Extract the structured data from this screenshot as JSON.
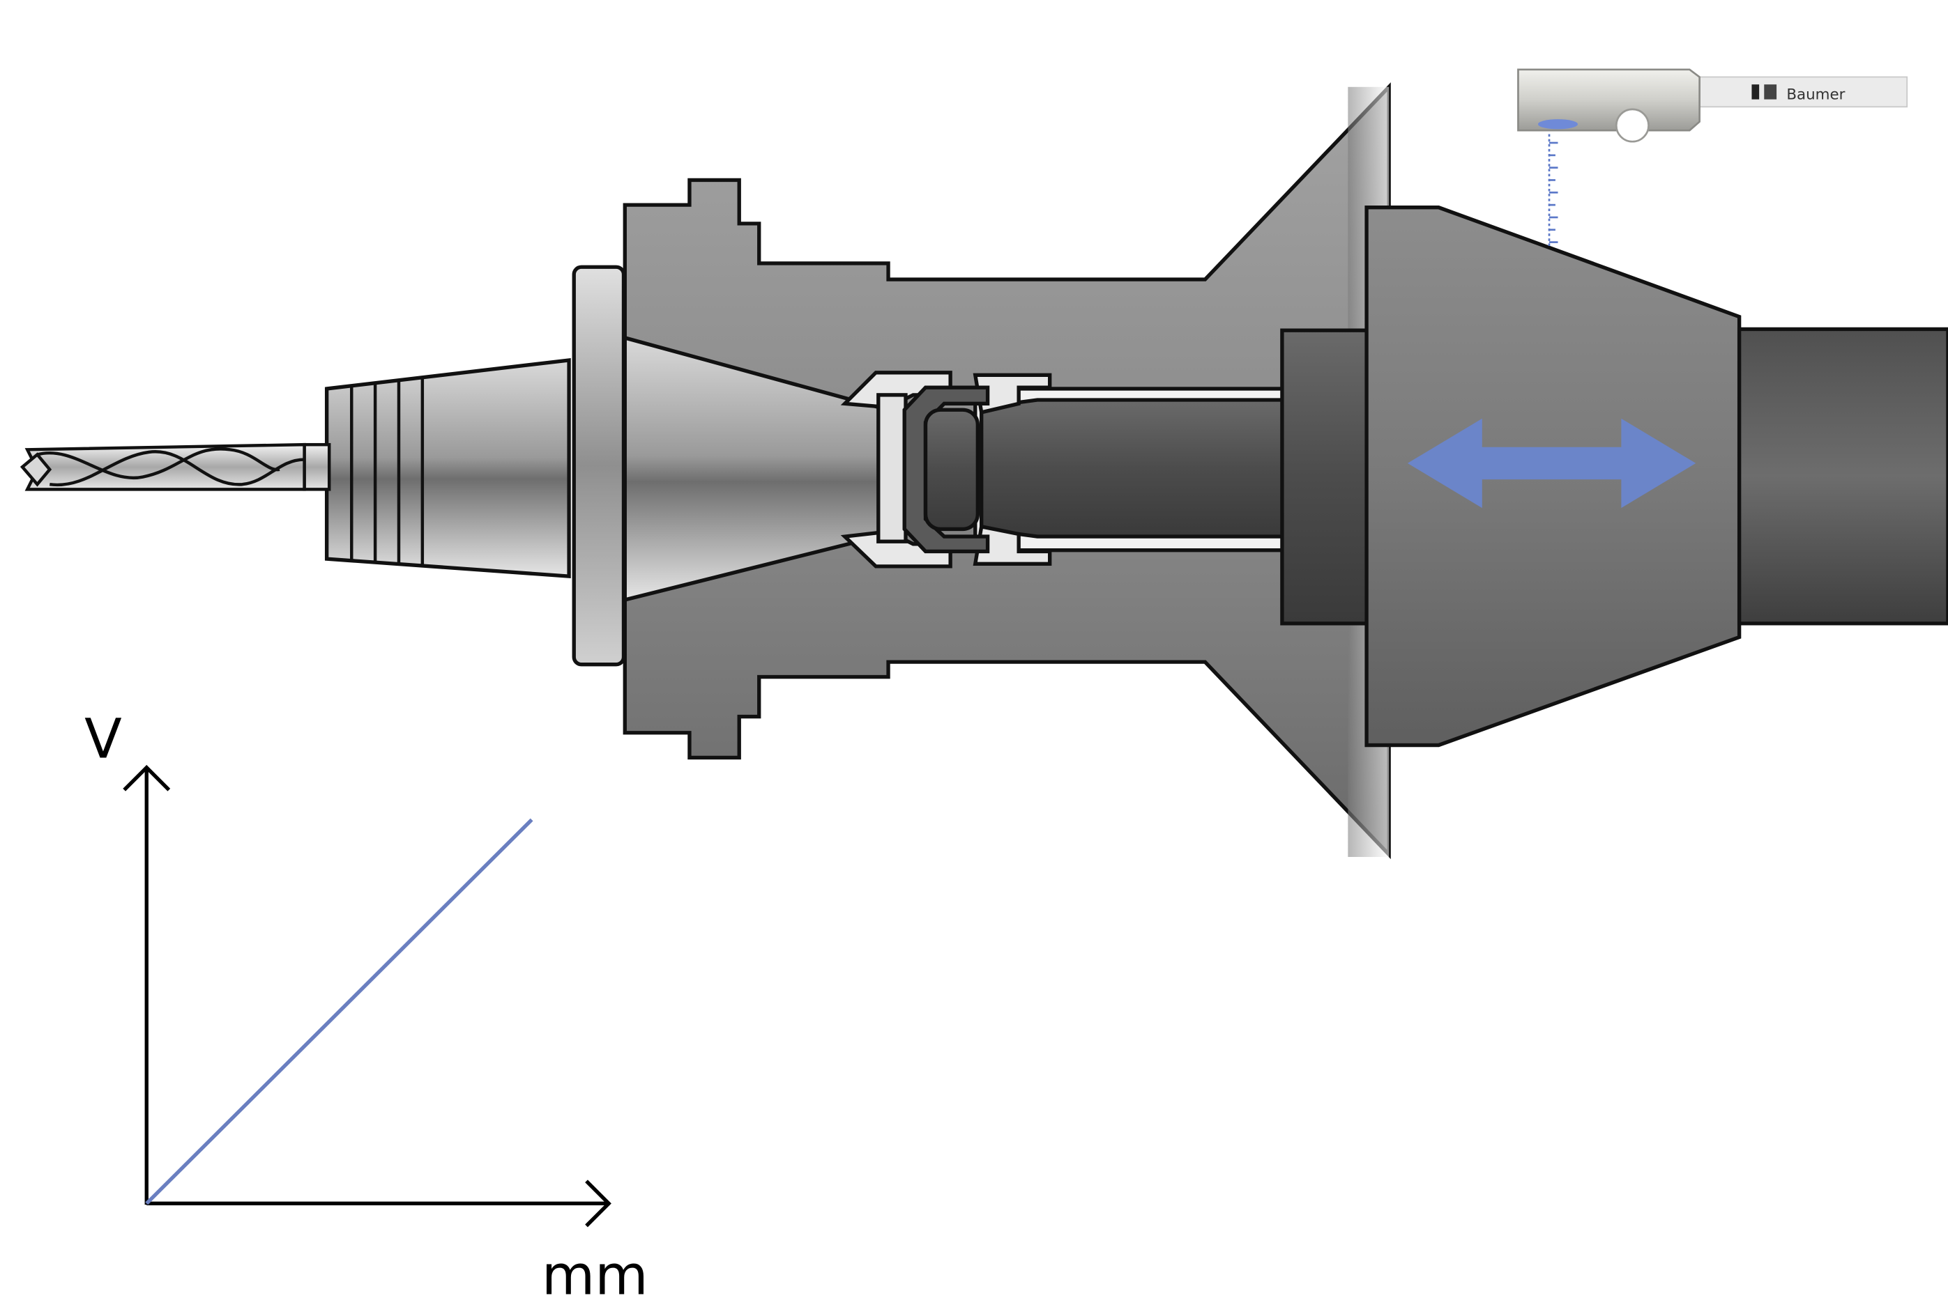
{
  "diagram": {
    "sensor": {
      "brand_label": "Baumer"
    },
    "graph": {
      "y_axis_label": "V",
      "x_axis_label": "mm"
    },
    "colors": {
      "arrow": "#6b85c9",
      "signal_line": "#6a7fc0",
      "housing": "#8c8c8c",
      "outline": "#111111"
    },
    "icons": {
      "motion": "double-arrow-icon",
      "tool": "drill-bit-icon",
      "sensor": "inductive-sensor-icon"
    }
  }
}
